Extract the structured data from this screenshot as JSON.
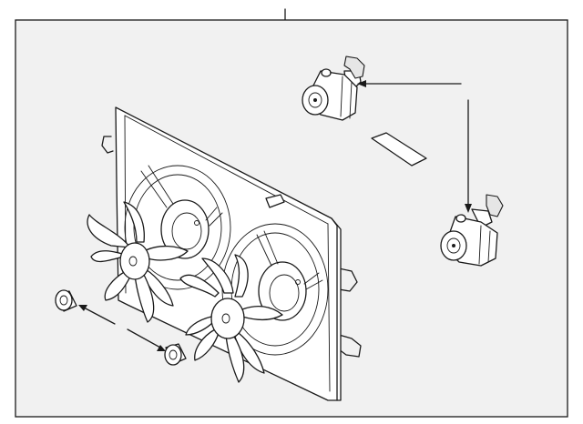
{
  "diagram": {
    "background_color": "#f1f1f1",
    "line_color": "#1a1a1a",
    "parts": [
      "radiator-fan-shroud",
      "cooling-fan-blade-left",
      "cooling-fan-blade-right",
      "fan-motor-upper",
      "fan-motor-lower",
      "warning-label",
      "rubber-mount-bushing"
    ]
  }
}
